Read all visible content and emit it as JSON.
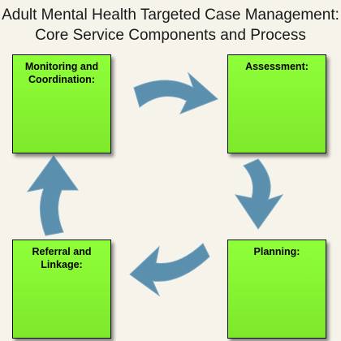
{
  "title": {
    "line1": "Adult Mental Health Targeted Case Management:",
    "line2": "Core Service Components and Process"
  },
  "boxes": {
    "monitoring": "Monitoring and Coordination:",
    "assessment": "Assessment:",
    "planning": "Planning:",
    "referral": "Referral and Linkage:"
  },
  "colors": {
    "box_fill": "#80ea2c",
    "arrow_fill": "#5a8fae",
    "background": "#f5f3ea"
  }
}
